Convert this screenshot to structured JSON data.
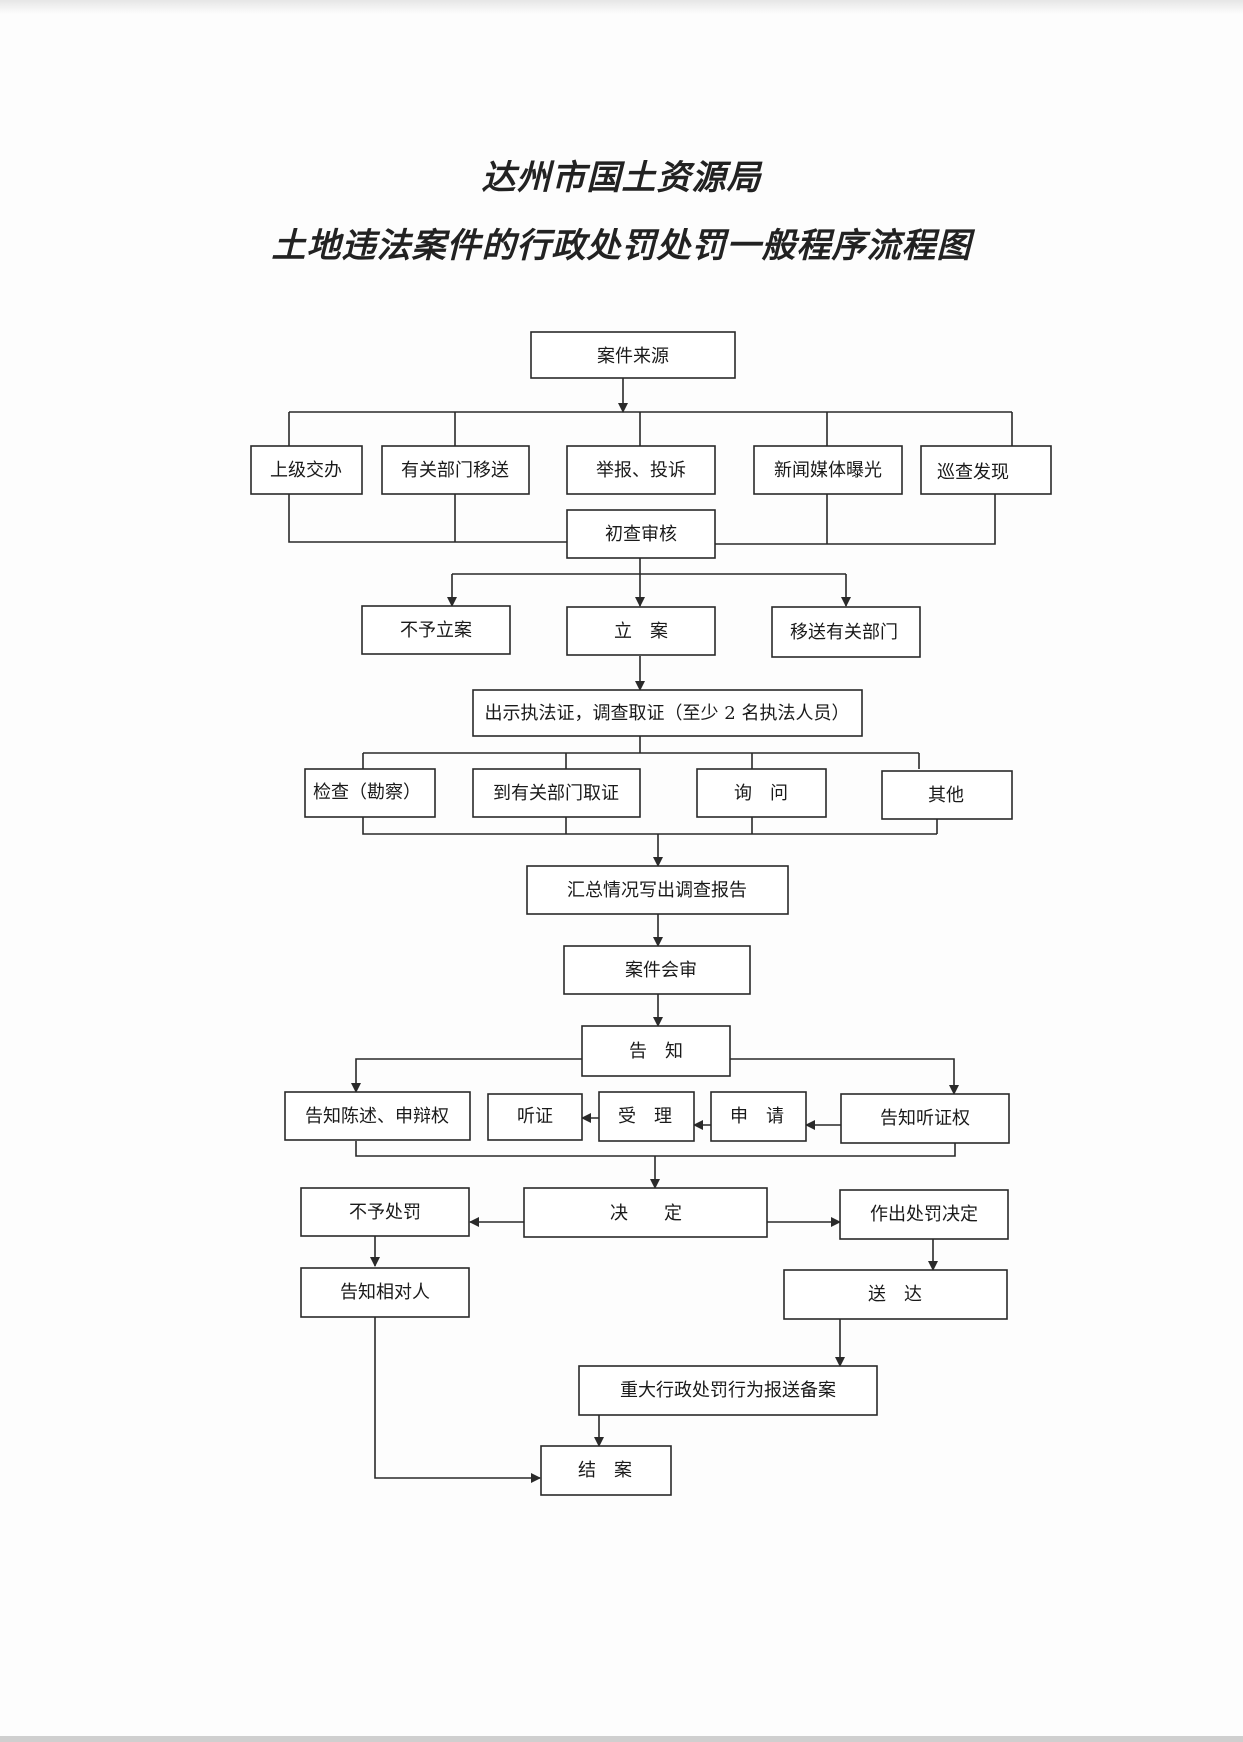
{
  "title": {
    "line1": "达州市国土资源局",
    "line2": "土地违法案件的行政处罚处罚一般程序流程图"
  },
  "nodes": {
    "n_source": "案件来源",
    "n_superior": "上级交办",
    "n_transfer_in": "有关部门移送",
    "n_report": "举报、投诉",
    "n_media": "新闻媒体曝光",
    "n_patrol": "巡查发现",
    "n_review": "初查审核",
    "n_no_case": "不予立案",
    "n_register": "立　案",
    "n_transfer_out": "移送有关部门",
    "n_investigate": "出示执法证，调查取证（至少 2 名执法人员）",
    "n_inspect": "检查（勘察）",
    "n_collect": "到有关部门取证",
    "n_inquiry": "询　问",
    "n_other": "其他",
    "n_summary": "汇总情况写出调查报告",
    "n_joint_review": "案件会审",
    "n_notify": "告　知",
    "n_defense": "告知陈述、申辩权",
    "n_hearing": "听证",
    "n_accept": "受　理",
    "n_apply": "申　请",
    "n_hearing_right": "告知听证权",
    "n_decide": "决　　定",
    "n_no_penalty": "不予处罚",
    "n_penalty_decision": "作出处罚决定",
    "n_inform_party": "告知相对人",
    "n_deliver": "送　达",
    "n_file_major": "重大行政处罚行为报送备案",
    "n_close": "结　案"
  }
}
